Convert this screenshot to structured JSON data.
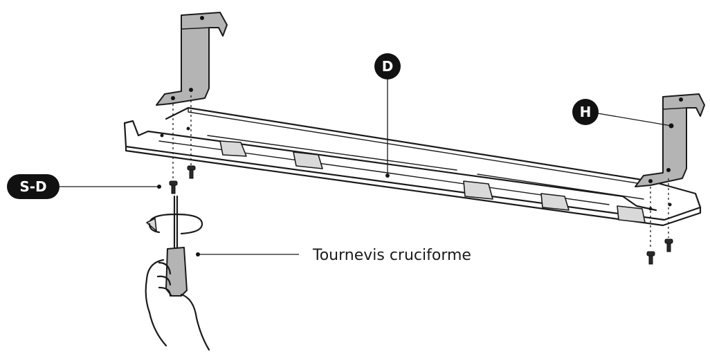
{
  "labels": {
    "part_d": "D",
    "part_h": "H",
    "screw_sd": "S-D",
    "tool": "Tournevis cruciforme"
  },
  "colors": {
    "ink": "#1a1a1a",
    "badge": "#111111",
    "bracket": "#b4b4b4",
    "slot": "#d9d9d9"
  }
}
